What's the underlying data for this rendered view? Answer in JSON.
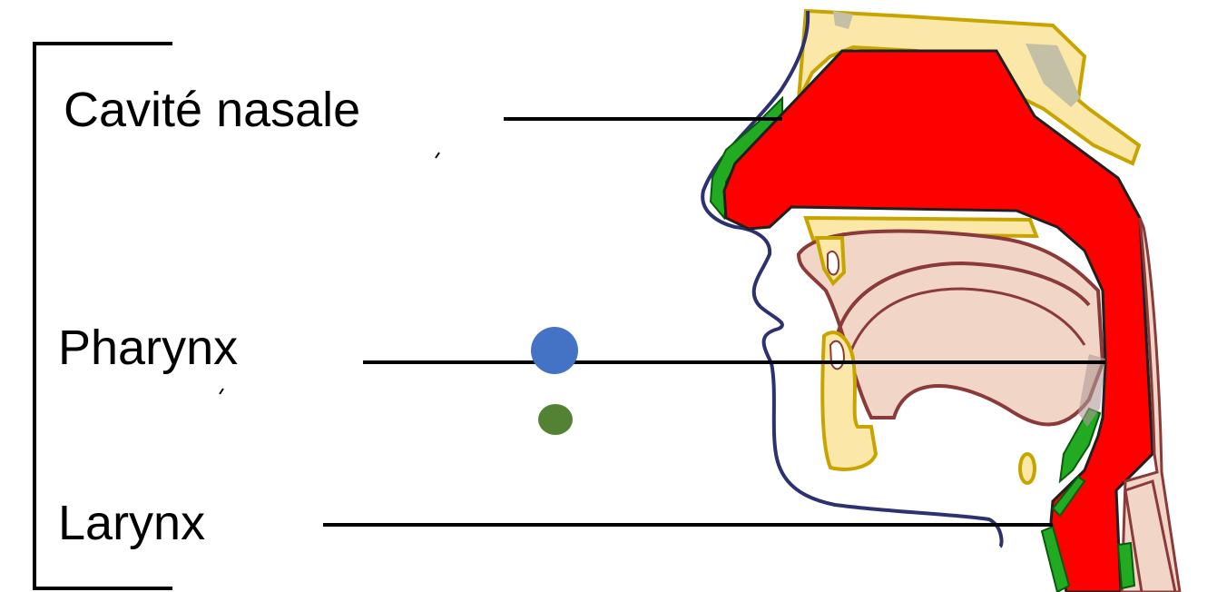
{
  "labels": {
    "nasal_cavity": "Cavité nasale",
    "pharynx": "Pharynx",
    "larynx": "Larynx"
  },
  "colors": {
    "airway": "#ff0000",
    "bone": "#fbe8a8",
    "bone_outline": "#c8a400",
    "soft_tissue": "#f1d6c8",
    "tissue_outline": "#8b3a3a",
    "mucosa": "#22aa22",
    "skin_outline": "#2d3170",
    "grey_bone": "#c3c0a6",
    "dot_blue": "#4472c4",
    "dot_green": "#548235"
  }
}
